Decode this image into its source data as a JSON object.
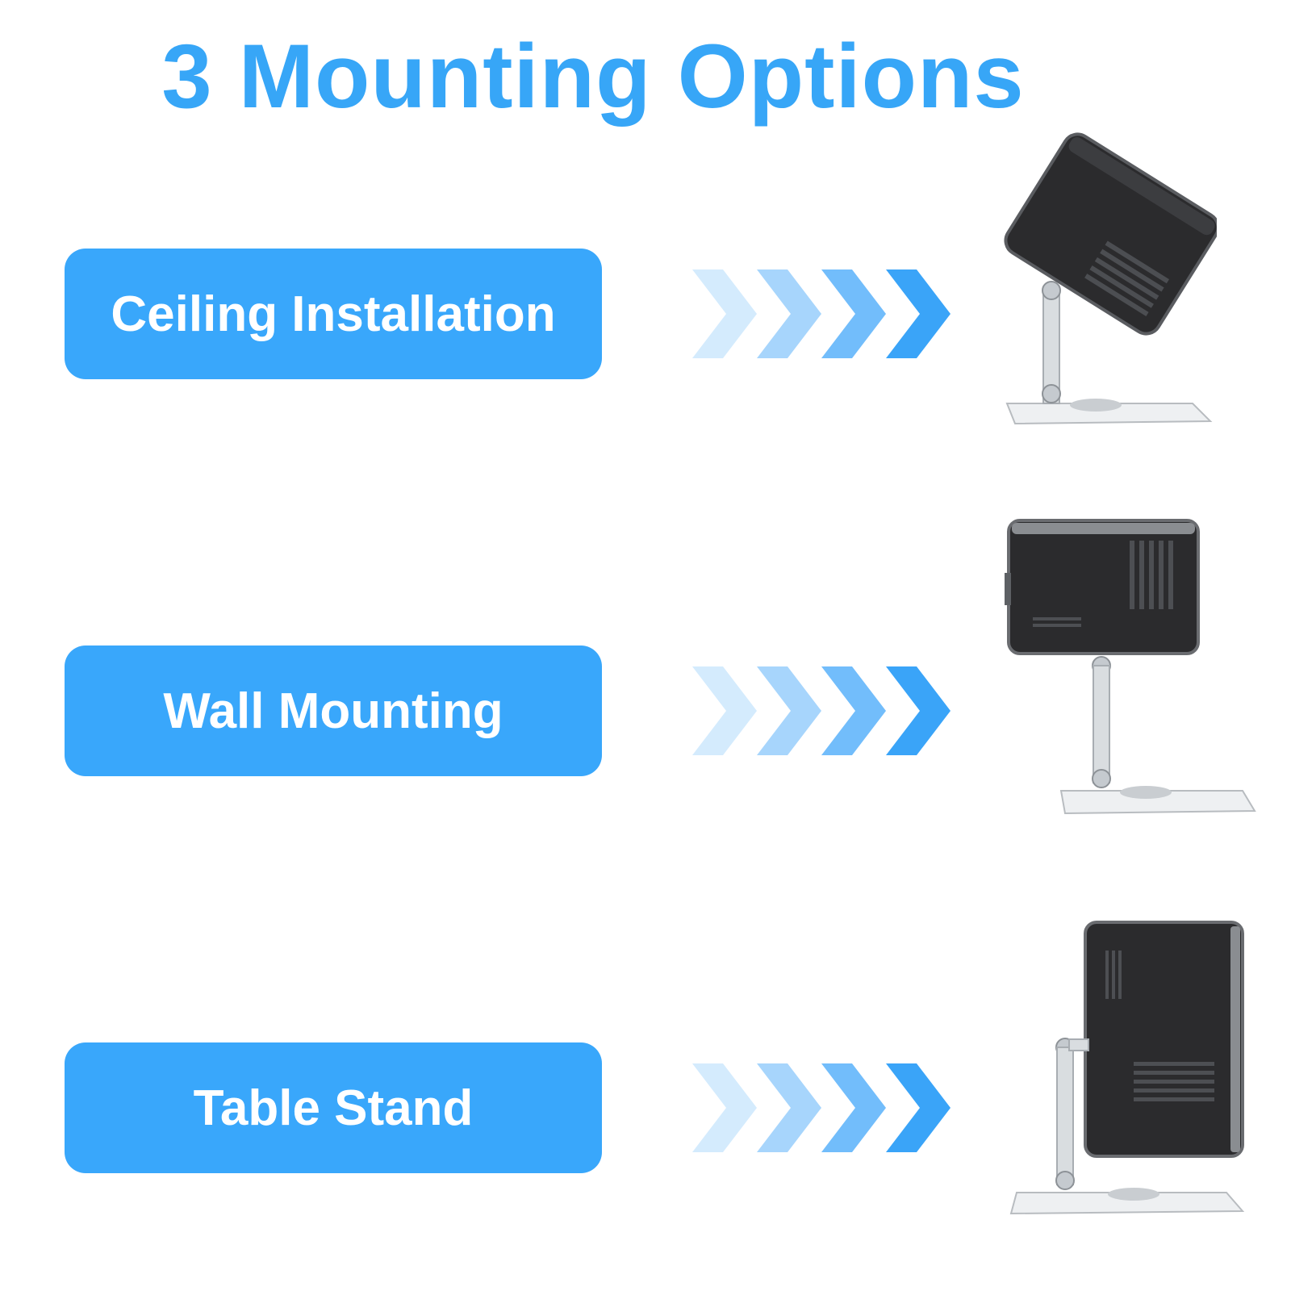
{
  "title": "3 Mounting Options",
  "options": [
    {
      "label": "Ceiling Installation",
      "image": "projector-ceiling-mount-icon"
    },
    {
      "label": "Wall Mounting",
      "image": "projector-wall-mount-icon"
    },
    {
      "label": "Table Stand",
      "image": "projector-table-stand-icon"
    }
  ],
  "colors": {
    "accent": "#39a7fb",
    "title": "#37a6f7",
    "chevron_light": "#d4ebfd",
    "chevron_mid": "#a7d5fc",
    "chevron_strong": "#72bdfb",
    "chevron_dark": "#3aa4f8",
    "projector_body": "#2b2b2d",
    "mount_metal": "#dfe2e5"
  }
}
